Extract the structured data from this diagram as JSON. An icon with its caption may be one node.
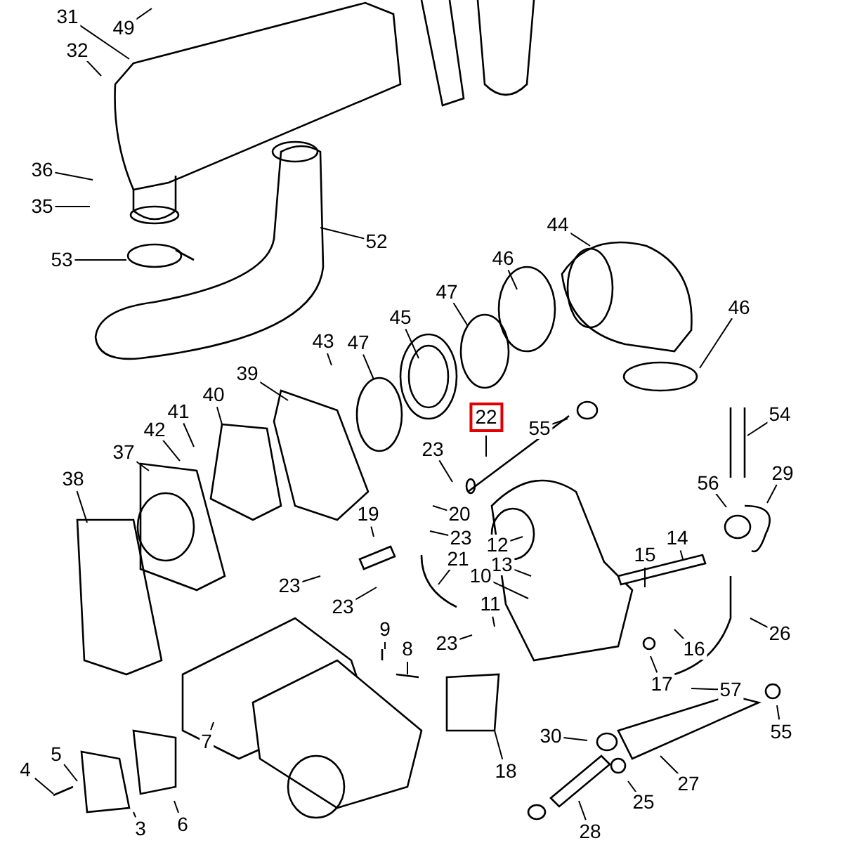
{
  "diagram": {
    "nodes": [
      {
        "text": [
          "31"
        ]
      },
      {
        "text": [
          "49"
        ]
      },
      {
        "text": [
          "32"
        ]
      },
      {
        "text": [
          "36"
        ]
      },
      {
        "text": [
          "35"
        ]
      },
      {
        "text": [
          "53"
        ]
      },
      {
        "text": [
          "52"
        ]
      },
      {
        "text": [
          "44"
        ]
      },
      {
        "text": [
          "46"
        ]
      },
      {
        "text": [
          "46"
        ]
      },
      {
        "text": [
          "47"
        ]
      },
      {
        "text": [
          "45"
        ]
      },
      {
        "text": [
          "43"
        ]
      },
      {
        "text": [
          "47"
        ]
      },
      {
        "text": [
          "39"
        ]
      },
      {
        "text": [
          "40"
        ]
      },
      {
        "text": [
          "41"
        ]
      },
      {
        "text": [
          "42"
        ]
      },
      {
        "text": [
          "37"
        ]
      },
      {
        "text": [
          "38"
        ]
      },
      {
        "text": [
          "55"
        ]
      },
      {
        "text": [
          "22"
        ]
      },
      {
        "text": [
          "54"
        ]
      },
      {
        "text": [
          "29"
        ]
      },
      {
        "text": [
          "23"
        ]
      },
      {
        "text": [
          "20"
        ]
      },
      {
        "text": [
          "56"
        ]
      },
      {
        "text": [
          "12"
        ]
      },
      {
        "text": [
          "23"
        ]
      },
      {
        "text": [
          "19"
        ]
      },
      {
        "text": [
          "13"
        ]
      },
      {
        "text": [
          "14"
        ]
      },
      {
        "text": [
          "15"
        ]
      },
      {
        "text": [
          "10"
        ]
      },
      {
        "text": [
          "21"
        ]
      },
      {
        "text": [
          "11"
        ]
      },
      {
        "text": [
          "23"
        ]
      },
      {
        "text": [
          "23"
        ]
      },
      {
        "text": [
          "9"
        ]
      },
      {
        "text": [
          "8"
        ]
      },
      {
        "text": [
          "26"
        ]
      },
      {
        "text": [
          "16"
        ]
      },
      {
        "text": [
          "23"
        ]
      },
      {
        "text": [
          "17"
        ]
      },
      {
        "text": [
          "57"
        ]
      },
      {
        "text": [
          "7"
        ]
      },
      {
        "text": [
          "55"
        ]
      },
      {
        "text": [
          "30"
        ]
      },
      {
        "text": [
          "18"
        ]
      },
      {
        "text": [
          "5"
        ]
      },
      {
        "text": [
          "4"
        ]
      },
      {
        "text": [
          "6"
        ]
      },
      {
        "text": [
          "25"
        ]
      },
      {
        "text": [
          "27"
        ]
      },
      {
        "text": [
          "28"
        ]
      },
      {
        "text": [
          "3"
        ]
      }
    ],
    "edges": [
      {
        "from": 0,
        "to": null,
        "arrow": "none"
      },
      {
        "from": 1,
        "to": null,
        "arrow": "none"
      },
      {
        "from": 2,
        "to": null,
        "arrow": "none"
      },
      {
        "from": 3,
        "to": null,
        "arrow": "none"
      },
      {
        "from": 4,
        "to": null,
        "arrow": "none"
      },
      {
        "from": 5,
        "to": null,
        "arrow": "none"
      },
      {
        "from": 6,
        "to": null,
        "arrow": "none"
      },
      {
        "from": 7,
        "to": null,
        "arrow": "none"
      },
      {
        "from": 8,
        "to": null,
        "arrow": "none"
      },
      {
        "from": 9,
        "to": null,
        "arrow": "none"
      },
      {
        "from": 10,
        "to": null,
        "arrow": "none"
      },
      {
        "from": 11,
        "to": null,
        "arrow": "none"
      },
      {
        "from": 12,
        "to": null,
        "arrow": "none"
      },
      {
        "from": 13,
        "to": null,
        "arrow": "none"
      },
      {
        "from": 14,
        "to": null,
        "arrow": "none"
      },
      {
        "from": 15,
        "to": null,
        "arrow": "none"
      },
      {
        "from": 16,
        "to": null,
        "arrow": "none"
      },
      {
        "from": 17,
        "to": null,
        "arrow": "none"
      },
      {
        "from": 18,
        "to": null,
        "arrow": "none"
      },
      {
        "from": 19,
        "to": null,
        "arrow": "none"
      },
      {
        "from": 20,
        "to": null,
        "arrow": "none"
      },
      {
        "from": 21,
        "to": null,
        "arrow": "none"
      },
      {
        "from": 22,
        "to": null,
        "arrow": "none"
      },
      {
        "from": 23,
        "to": null,
        "arrow": "none"
      },
      {
        "from": 24,
        "to": null,
        "arrow": "none"
      },
      {
        "from": 25,
        "to": null,
        "arrow": "none"
      },
      {
        "from": 26,
        "to": null,
        "arrow": "none"
      },
      {
        "from": 27,
        "to": null,
        "arrow": "none"
      },
      {
        "from": 28,
        "to": null,
        "arrow": "none"
      },
      {
        "from": 29,
        "to": null,
        "arrow": "none"
      },
      {
        "from": 30,
        "to": null,
        "arrow": "none"
      },
      {
        "from": 31,
        "to": null,
        "arrow": "none"
      },
      {
        "from": 32,
        "to": null,
        "arrow": "none"
      },
      {
        "from": 33,
        "to": null,
        "arrow": "none"
      },
      {
        "from": 34,
        "to": null,
        "arrow": "none"
      },
      {
        "from": 35,
        "to": null,
        "arrow": "none"
      },
      {
        "from": 36,
        "to": null,
        "arrow": "none"
      },
      {
        "from": 37,
        "to": null,
        "arrow": "none"
      },
      {
        "from": 38,
        "to": null,
        "arrow": "none"
      },
      {
        "from": 39,
        "to": null,
        "arrow": "none"
      },
      {
        "from": 40,
        "to": null,
        "arrow": "none"
      },
      {
        "from": 41,
        "to": null,
        "arrow": "none"
      },
      {
        "from": 42,
        "to": null,
        "arrow": "none"
      },
      {
        "from": 43,
        "to": null,
        "arrow": "none"
      },
      {
        "from": 44,
        "to": null,
        "arrow": "none"
      },
      {
        "from": 45,
        "to": null,
        "arrow": "none"
      },
      {
        "from": 46,
        "to": null,
        "arrow": "none"
      },
      {
        "from": 47,
        "to": null,
        "arrow": "none"
      },
      {
        "from": 48,
        "to": null,
        "arrow": "none"
      },
      {
        "from": 49,
        "to": null,
        "arrow": "none"
      },
      {
        "from": 50,
        "to": null,
        "arrow": "none"
      },
      {
        "from": 51,
        "to": null,
        "arrow": "none"
      },
      {
        "from": 52,
        "to": null,
        "arrow": "none"
      },
      {
        "from": 53,
        "to": null,
        "arrow": "none"
      },
      {
        "from": 54,
        "to": null,
        "arrow": "none"
      },
      {
        "from": 55,
        "to": null,
        "arrow": "none"
      }
    ]
  }
}
